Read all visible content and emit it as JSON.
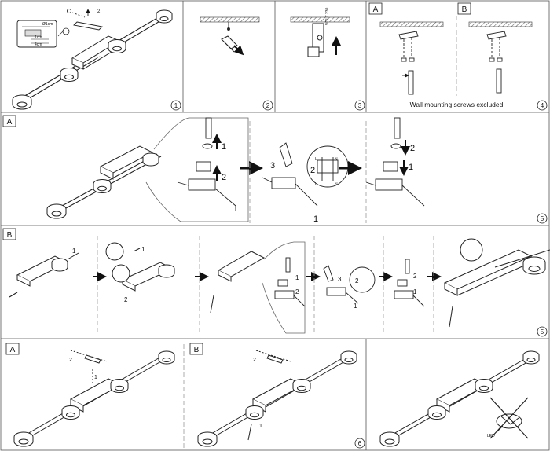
{
  "panels": {
    "p1": {
      "step": "1",
      "inset": {
        "top": "Ø1cm",
        "a": "1cm",
        "b": "4cm"
      },
      "arrow_num": "2"
    },
    "p2": {
      "step": "2"
    },
    "p3": {
      "step": "3",
      "device_text": "VOLT 230"
    },
    "p4": {
      "step": "4",
      "label_a": "A",
      "label_b": "B",
      "caption": "Wall mounting screws excluded"
    },
    "p5": {
      "step": "5",
      "label": "A",
      "nums": [
        "1",
        "2",
        "3",
        "2",
        "1",
        "2",
        "1"
      ],
      "terminal": [
        "L",
        "N",
        "L",
        "N"
      ]
    },
    "p6": {
      "step": "5",
      "label": "B",
      "nums": [
        "1",
        "1",
        "2",
        "1",
        "2",
        "3",
        "2",
        "1",
        "2",
        "1"
      ]
    },
    "p7": {
      "step": "6",
      "label_a": "A",
      "label_b": "B",
      "num_a": [
        "2",
        "1"
      ],
      "num_b": [
        "2",
        "1"
      ],
      "led": "LED"
    }
  },
  "colors": {
    "line": "#222222",
    "hatch": "#8a8a8a",
    "dash": "#999999"
  }
}
